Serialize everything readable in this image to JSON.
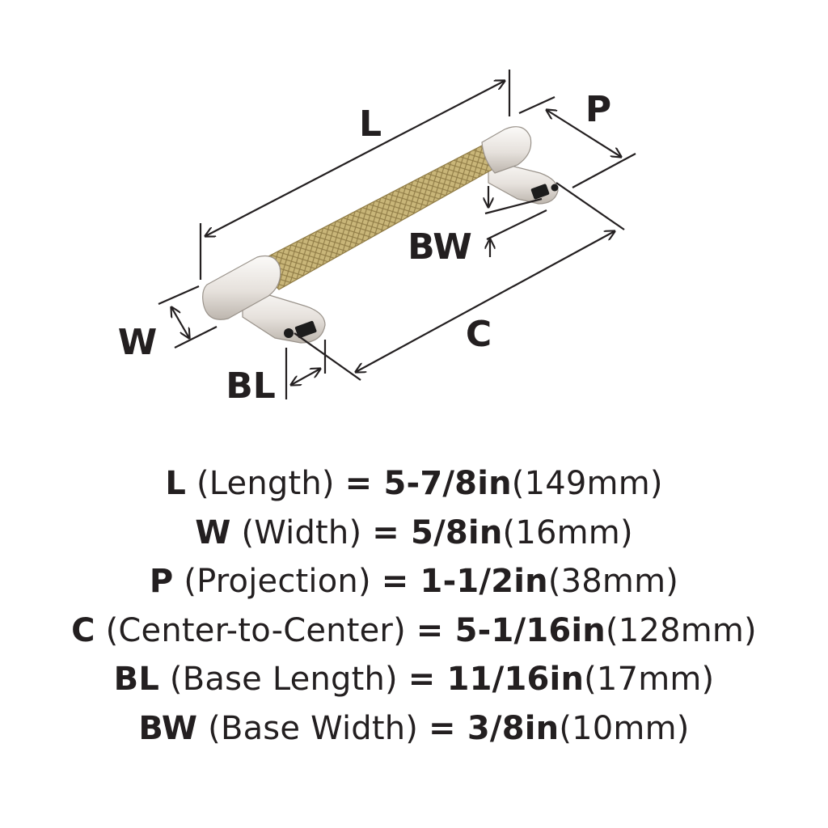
{
  "diagram": {
    "labels": {
      "length": "L",
      "width": "W",
      "projection": "P",
      "center_to_center": "C",
      "base_length": "BL",
      "base_width": "BW"
    },
    "colors": {
      "finish_nickel": "#e8e3df",
      "finish_brass": "#c9b679",
      "line": "#231f20"
    }
  },
  "specs": [
    {
      "abbr": "L",
      "desc": " (Length) ",
      "eq": "= ",
      "imperial": "5-7/8in",
      "metric": "(149mm)"
    },
    {
      "abbr": "W",
      "desc": " (Width) ",
      "eq": "= ",
      "imperial": "5/8in",
      "metric": "(16mm)"
    },
    {
      "abbr": "P",
      "desc": " (Projection) ",
      "eq": "= ",
      "imperial": "1-1/2in",
      "metric": "(38mm)"
    },
    {
      "abbr": "C",
      "desc": " (Center-to-Center) ",
      "eq": "= ",
      "imperial": "5-1/16in",
      "metric": "(128mm)"
    },
    {
      "abbr": "BL",
      "desc": " (Base Length) ",
      "eq": "= ",
      "imperial": "11/16in",
      "metric": "(17mm)"
    },
    {
      "abbr": "BW",
      "desc": " (Base Width) ",
      "eq": "= ",
      "imperial": "3/8in",
      "metric": "(10mm)"
    }
  ]
}
